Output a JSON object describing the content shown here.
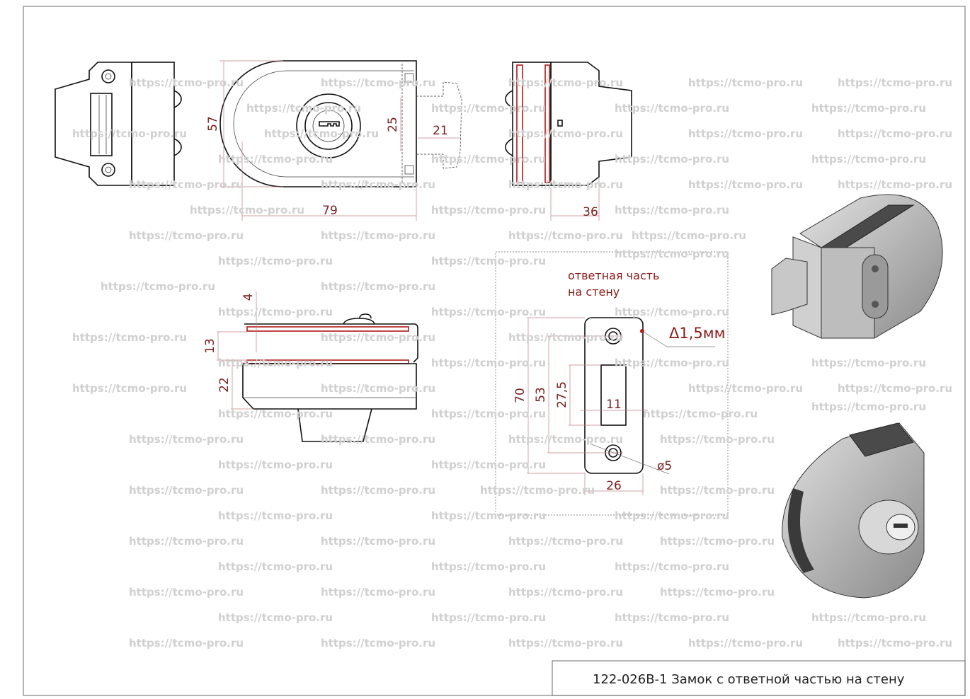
{
  "watermark": "https://tcmo-pro.ru",
  "title_block": {
    "text": "122-026B-1  Замок с ответной частью на стену"
  },
  "front_view": {
    "height": "57",
    "width": "79",
    "bolt_height": "25",
    "bolt_throw": "21"
  },
  "right_view": {
    "depth": "36"
  },
  "side_view": {
    "plate": "4",
    "glass_gap": "13",
    "body": "22"
  },
  "strike_plate": {
    "note_line1": "ответная часть",
    "note_line2": "на стену",
    "thickness": "Δ1,5мм",
    "height": "70",
    "hole_spacing": "53",
    "slot_height": "27,5",
    "slot_width": "11",
    "hole_diameter": "ø5",
    "width": "26"
  },
  "colors": {
    "dimension": "#7a2020",
    "glass": "#b01818",
    "watermark": "#d8d8d8"
  }
}
